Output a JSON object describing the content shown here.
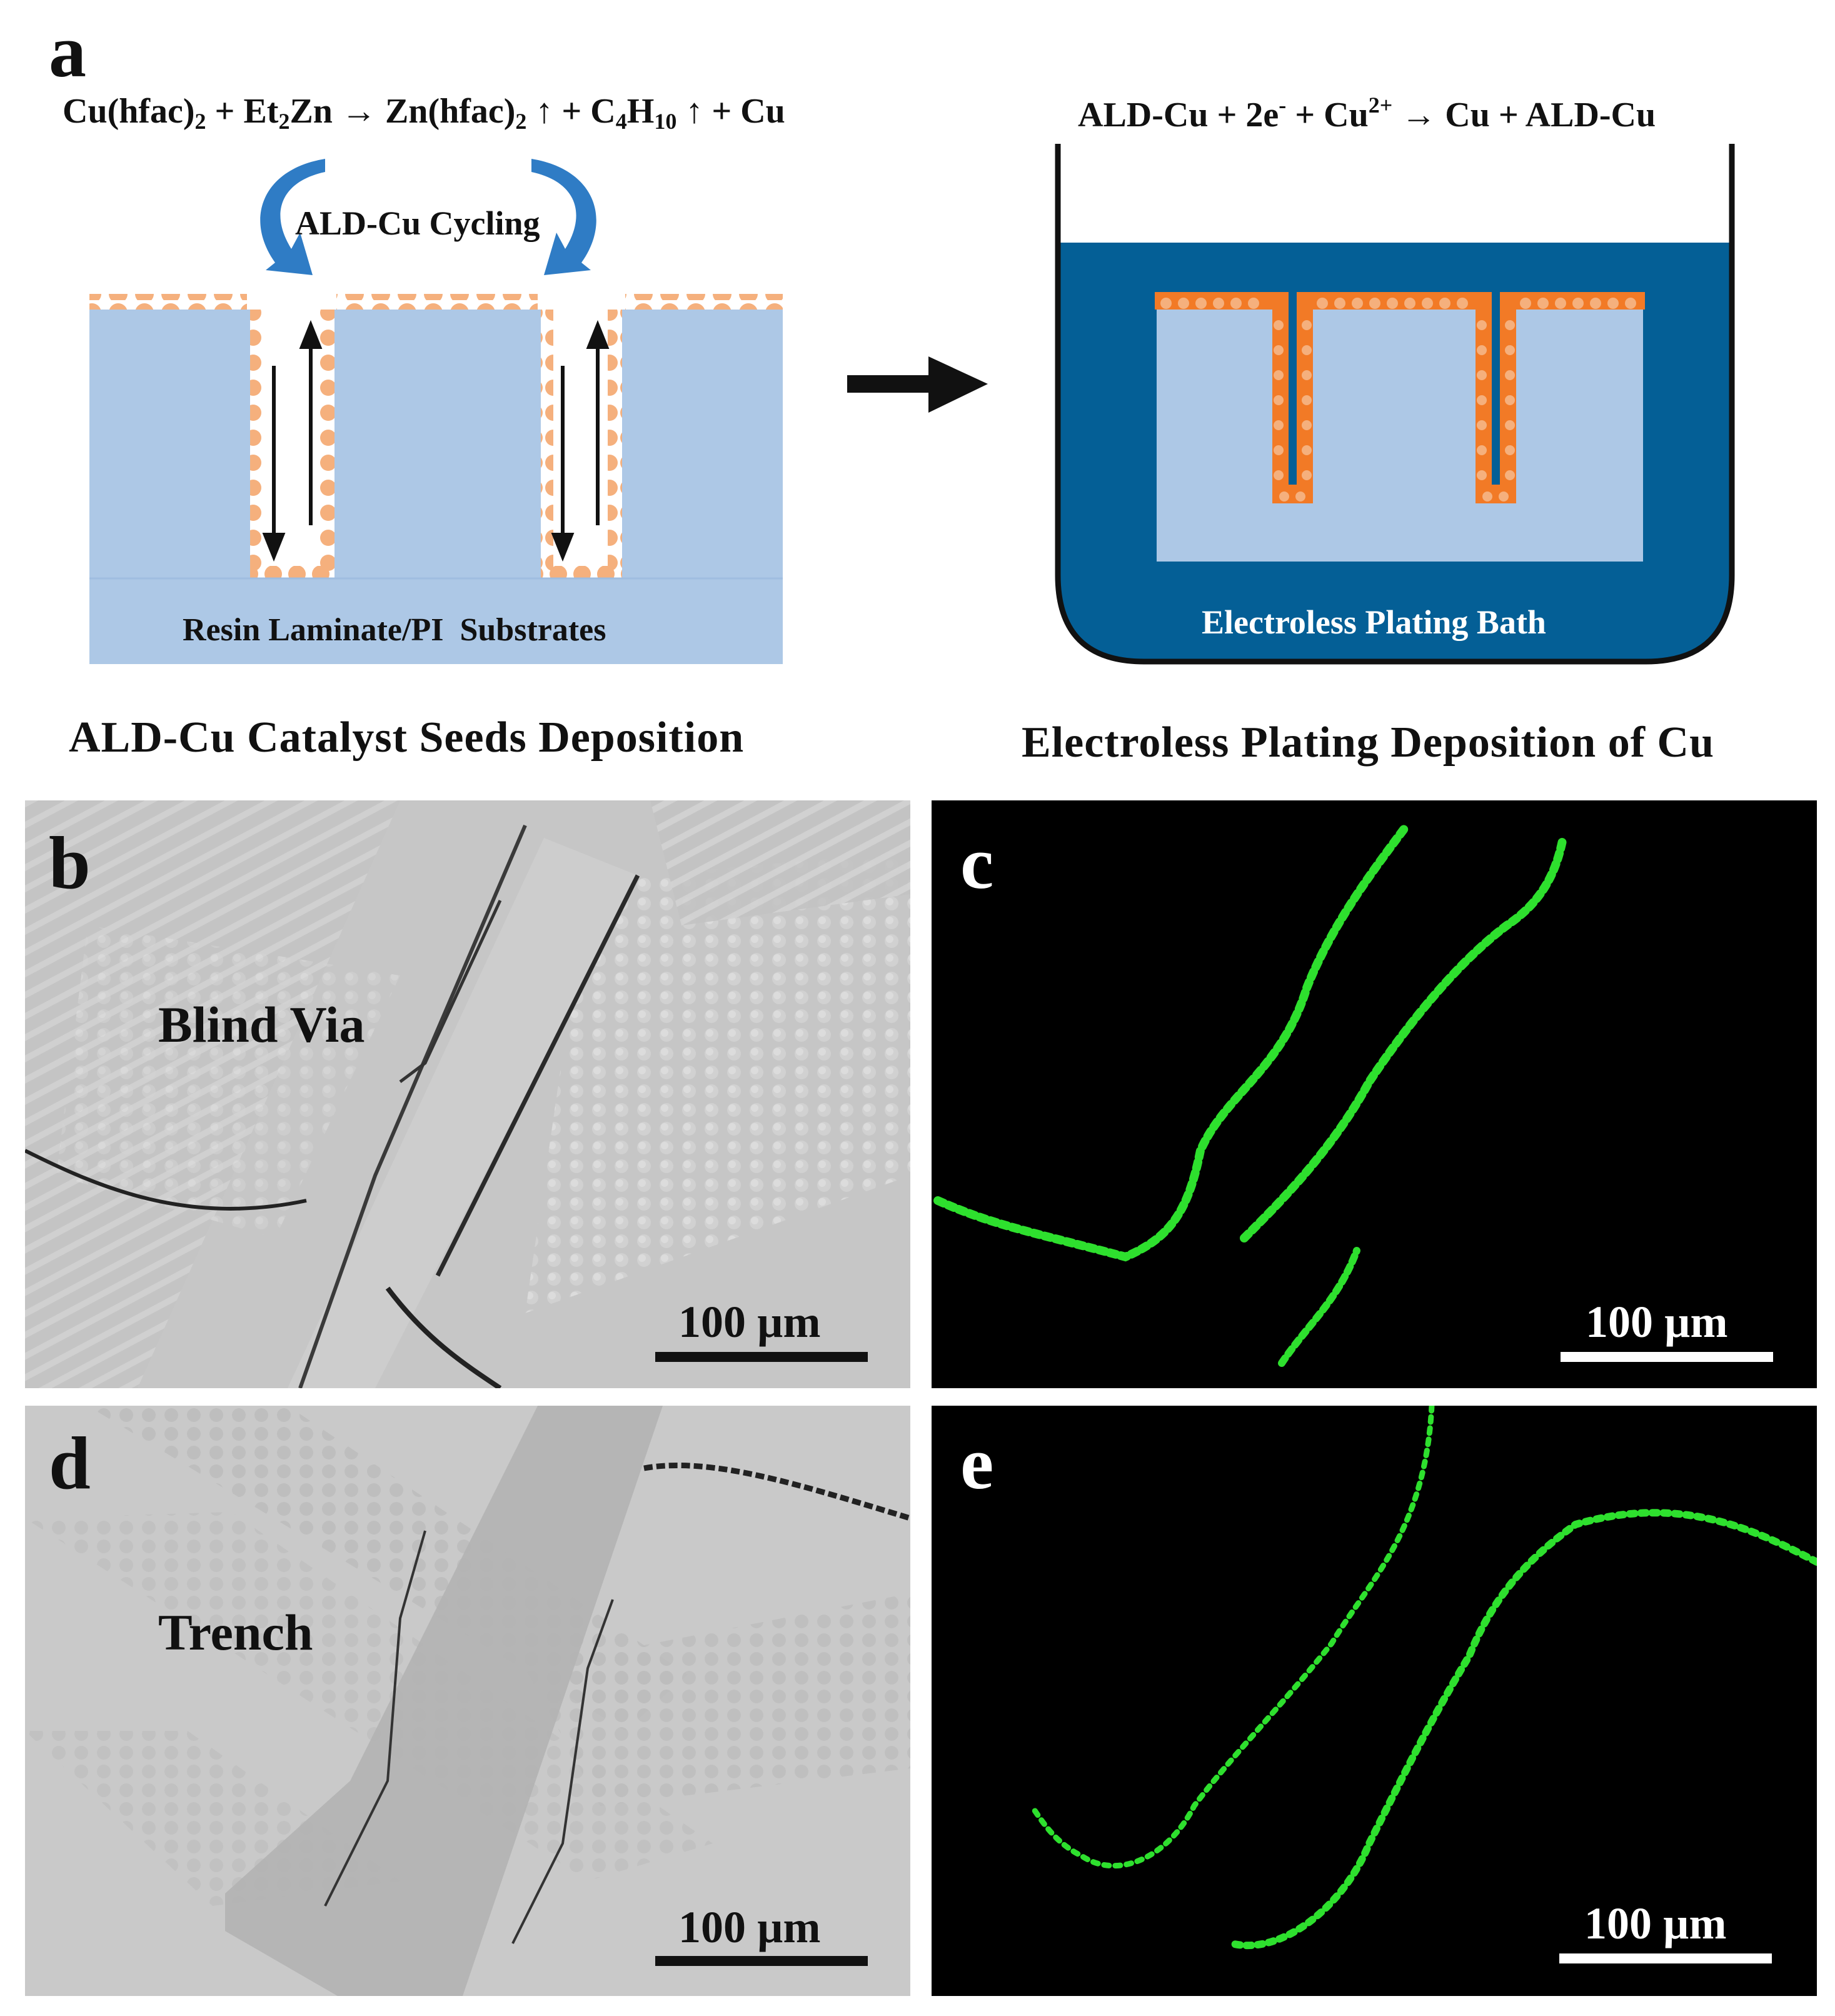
{
  "panel_a": {
    "letter": "a",
    "equation_left": {
      "p1": "Cu(hfac)",
      "s1": "2",
      "p2": " + Et",
      "s2": "2",
      "p3": "Zn → Zn(hfac)",
      "s3": "2",
      "p4": " ↑ + C",
      "s4": "4",
      "p5": "H",
      "s5": "10",
      "p6": " ↑ + Cu"
    },
    "equation_right": {
      "p1": "ALD-Cu + 2e",
      "sup1": "-",
      "p2": " + Cu",
      "sup2": "2+",
      "p3": " → Cu + ALD-Cu"
    },
    "cycling_label": "ALD-Cu Cycling",
    "substrate_label": "Resin Laminate/PI  Substrates",
    "bath_label": "Electroless Plating Bath",
    "caption_left": "ALD-Cu Catalyst Seeds Deposition",
    "caption_right": "Electroless Plating Deposition of Cu",
    "colors": {
      "substrate": "#adc8e6",
      "seed": "#f5b07d",
      "bath": "#045f96",
      "copper": "#f27a26",
      "cycle_arrow": "#2f7cc5"
    }
  },
  "panel_b": {
    "letter": "b",
    "label": "Blind Via",
    "scale": "100 µm"
  },
  "panel_c": {
    "letter": "c",
    "scale": "100 µm",
    "signal_color": "#2ee02e"
  },
  "panel_d": {
    "letter": "d",
    "label": "Trench",
    "scale": "100 µm"
  },
  "panel_e": {
    "letter": "e",
    "scale": "100 µm",
    "signal_color": "#2ee02e"
  }
}
